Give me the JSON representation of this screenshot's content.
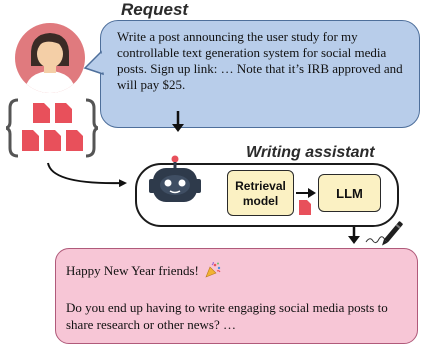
{
  "request": {
    "title": "Request",
    "text": "Write a post announcing the user study for my controllable text generation system for social media posts. Sign up link: … Note that it’s IRB approved and will pay $25."
  },
  "assistant": {
    "title": "Writing assistant",
    "retrieval_line1": "Retrieval",
    "retrieval_line2": "model",
    "llm": "LLM"
  },
  "output": {
    "greeting": "Happy New Year friends!",
    "body": "Do you end up having to write engaging social media posts to share research or other news? …"
  },
  "icons": [
    "user-avatar-icon",
    "document-collection-icon",
    "robot-icon",
    "document-icon",
    "pen-icon",
    "party-popper-icon"
  ],
  "colors": {
    "request_bubble": "#b8cdea",
    "output_bubble": "#f7c6d6",
    "avatar": "#e07a7e",
    "documents": "#e8505b",
    "model_box": "#fbf1c3",
    "robot": "#2e3a4b"
  }
}
